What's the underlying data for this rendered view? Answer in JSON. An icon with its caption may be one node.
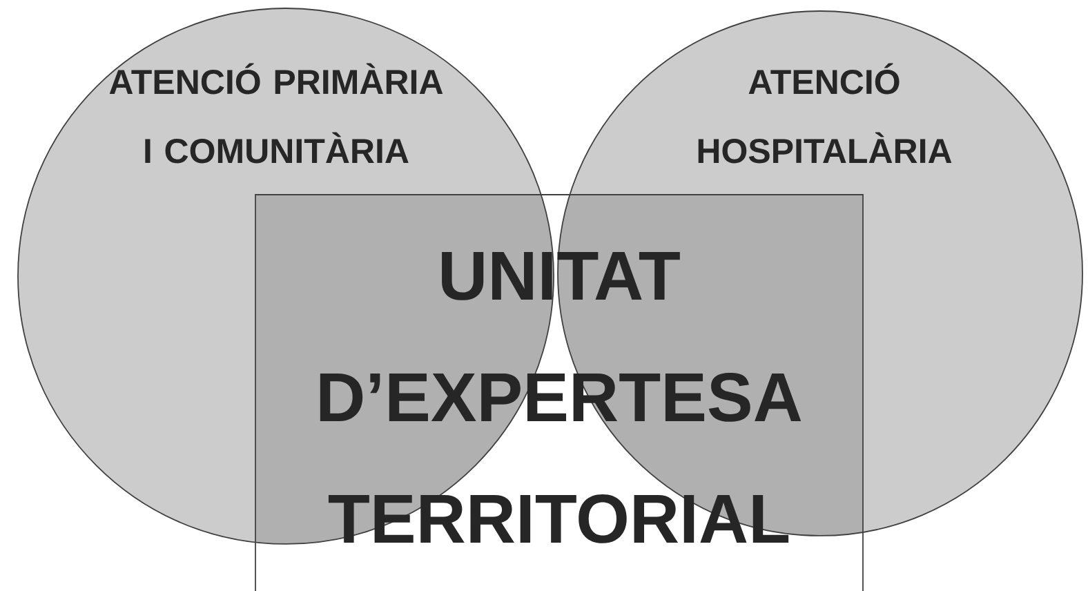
{
  "diagram": {
    "nodes": [
      {
        "text": [
          "ATENCIÓ PRIMÀRIA I COMUNITÀRIA"
        ]
      },
      {
        "text": [
          "ATENCIÓ HOSPITALÀRIA"
        ]
      },
      {
        "text": [
          "UNITAT D’EXPERTESA TERRITORIAL"
        ]
      }
    ]
  }
}
